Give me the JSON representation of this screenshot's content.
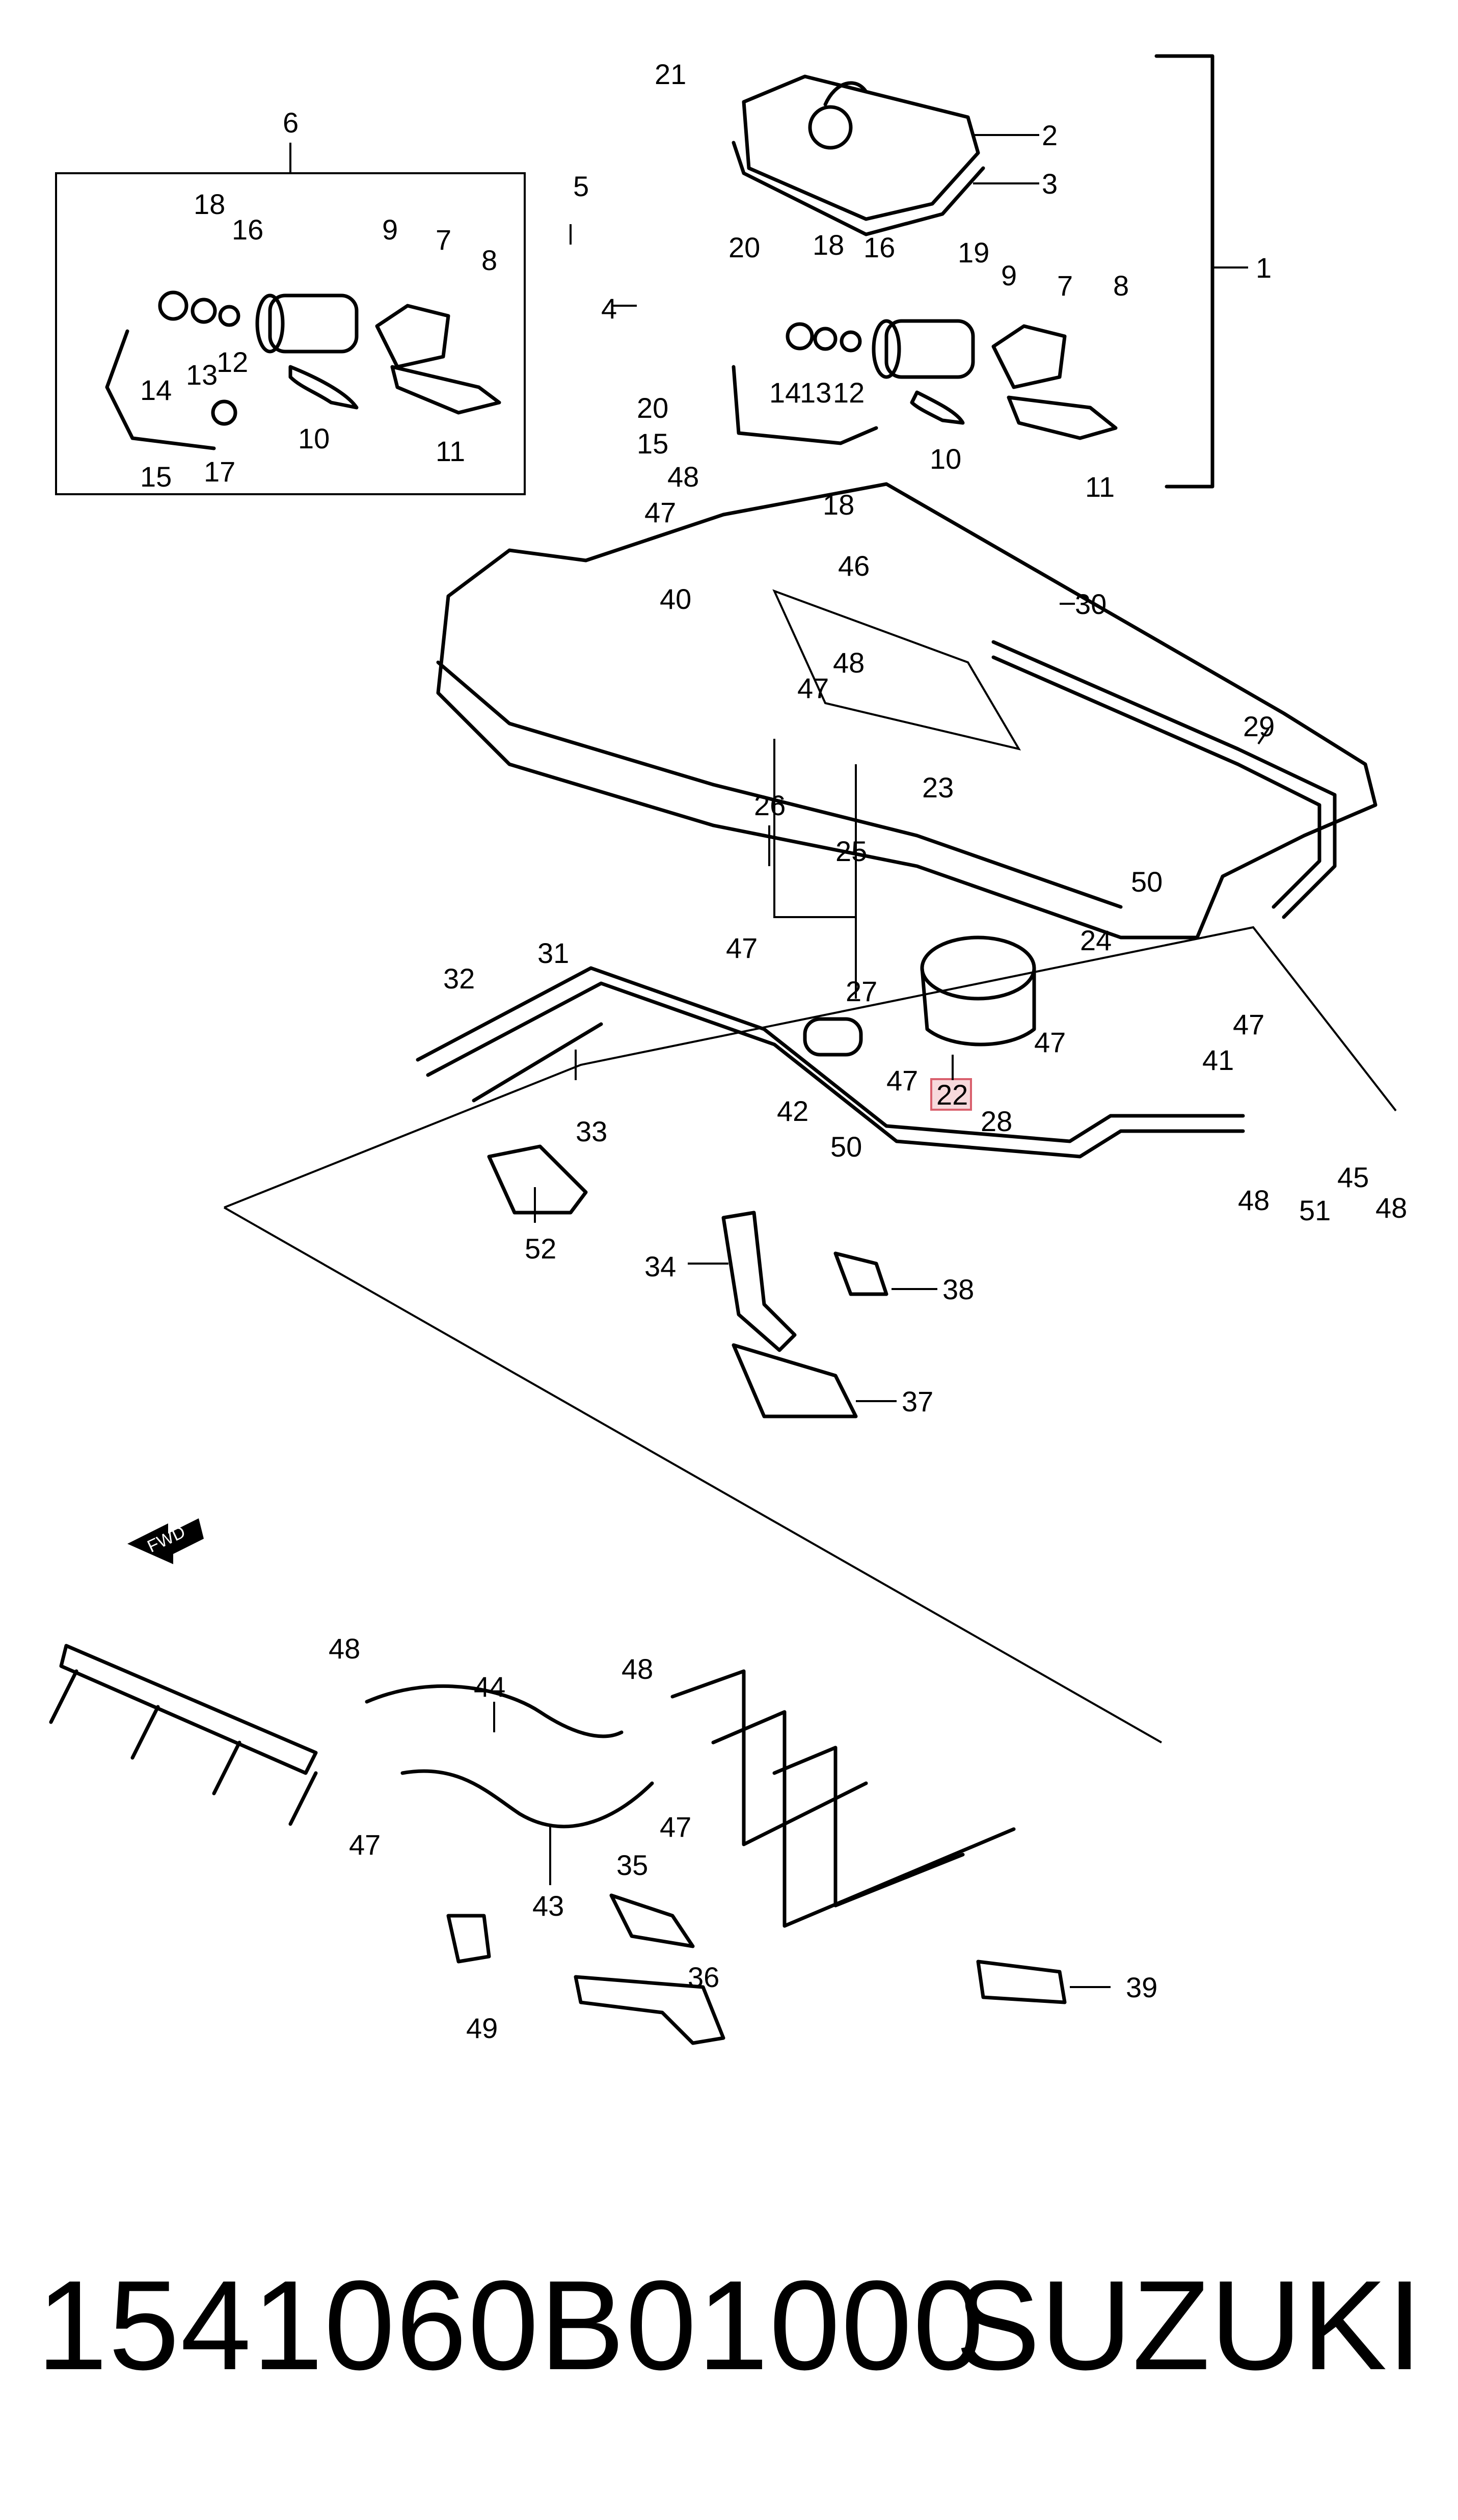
{
  "diagram": {
    "callouts": [
      "1",
      "2",
      "3",
      "4",
      "5",
      "6",
      "7",
      "8",
      "9",
      "10",
      "11",
      "12",
      "13",
      "14",
      "15",
      "16",
      "17",
      "18",
      "19",
      "20",
      "21",
      "22",
      "23",
      "24",
      "25",
      "26",
      "27",
      "28",
      "29",
      "30",
      "31",
      "32",
      "33",
      "34",
      "35",
      "36",
      "37",
      "38",
      "39",
      "40",
      "41",
      "42",
      "43",
      "44",
      "45",
      "46",
      "47",
      "48",
      "49",
      "50",
      "51",
      "52"
    ],
    "highlighted_callout": "22",
    "fwd_arrow_label": "FWD"
  },
  "footer": {
    "part_number": "1541060B01000",
    "brand": "SUZUKI"
  }
}
